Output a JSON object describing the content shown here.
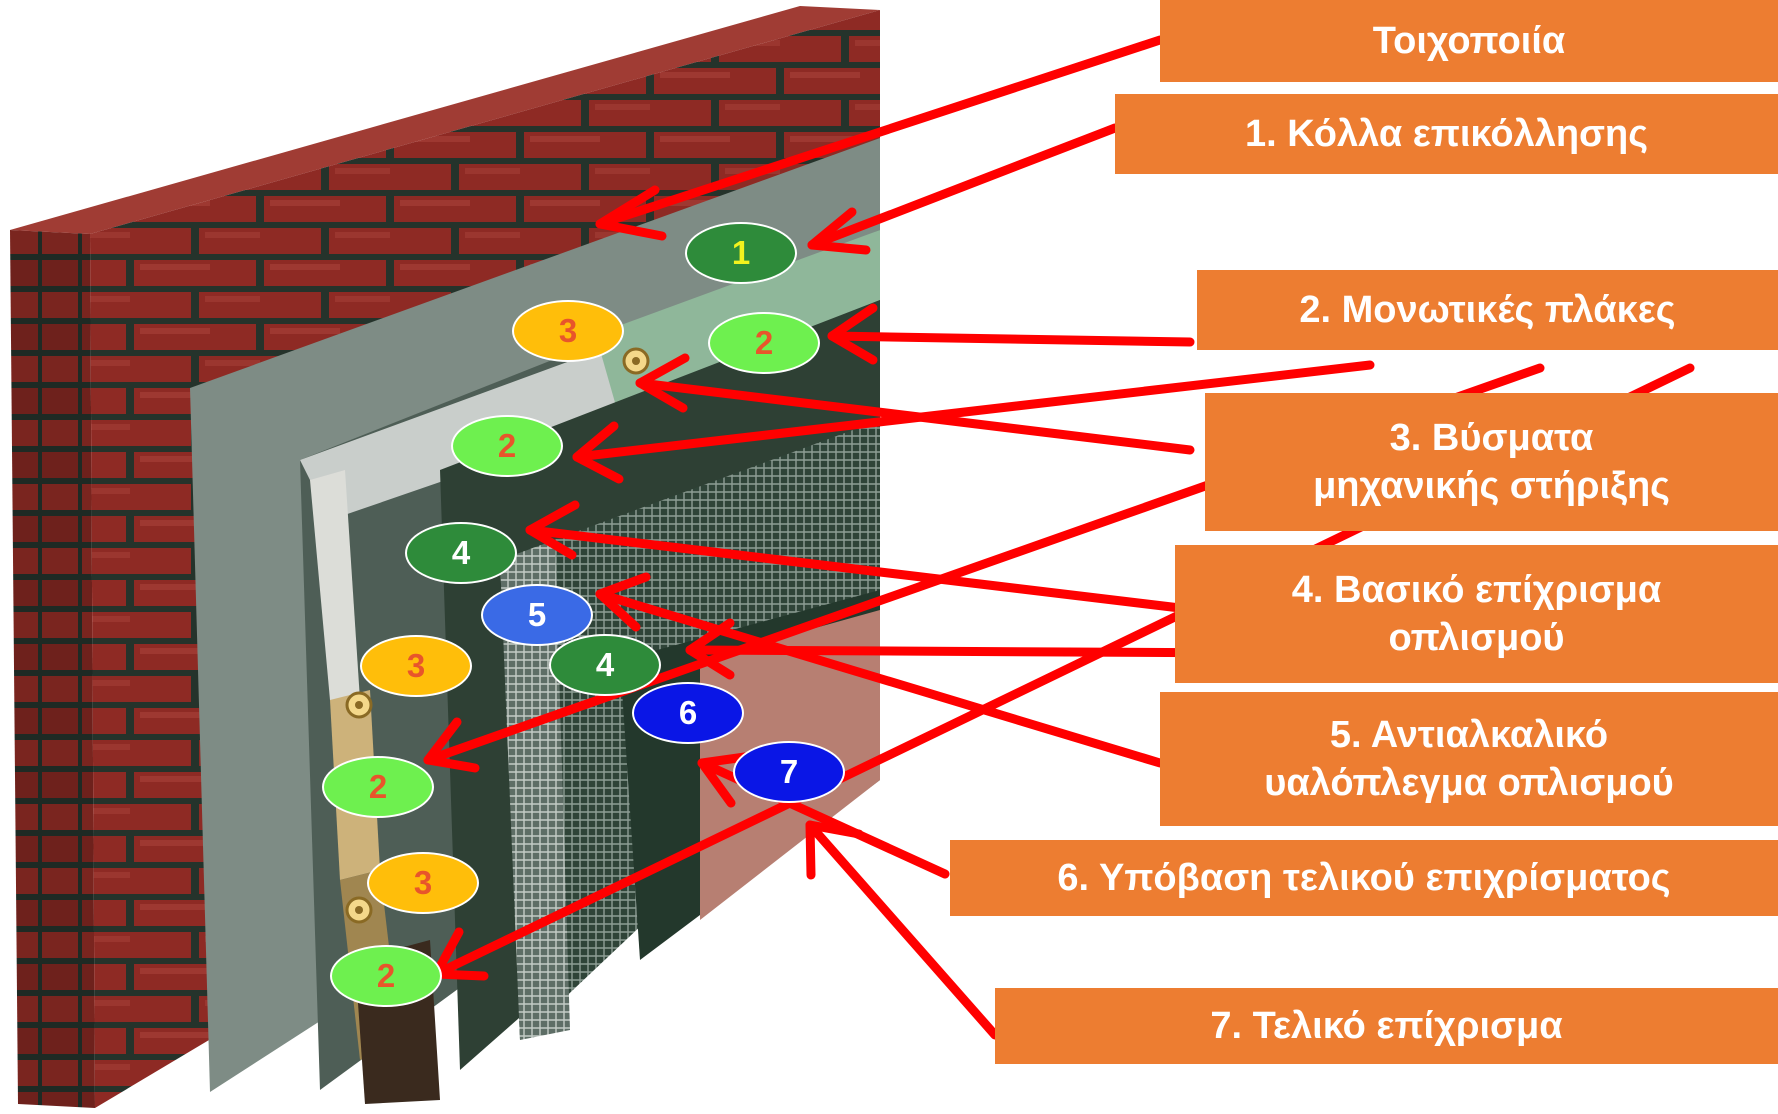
{
  "labels": {
    "wall": "Τοιχοποιία",
    "l1": "1. Κόλλα επικόλλησης",
    "l2": "2. Μονωτικές πλάκες",
    "l3a": "3. Βύσματα",
    "l3b": "μηχανικής στήριξης",
    "l4a": "4. Βασικό επίχρισμα",
    "l4b": "οπλισμού",
    "l5a": "5. Αντιαλκαλικό",
    "l5b": "υαλόπλεγμα οπλισμού",
    "l6": "6. Υπόβαση τελικού επιχρίσματος",
    "l7": "7. Τελικό επίχρισμα"
  },
  "badges": [
    "1",
    "3",
    "2",
    "2",
    "4",
    "5",
    "3",
    "4",
    "6",
    "2",
    "7",
    "3",
    "2"
  ],
  "colors": {
    "label_bg": "#ED7D31",
    "arrow": "#FF0000",
    "brick": "#8E2A24",
    "mortar": "#25332B",
    "badge_dark_green": "#2E8B3A",
    "badge_light_green": "#6EF04F",
    "badge_orange": "#FFBE0A",
    "badge_blue": "#3A6AE6",
    "badge_dark_blue": "#0A16E6"
  }
}
